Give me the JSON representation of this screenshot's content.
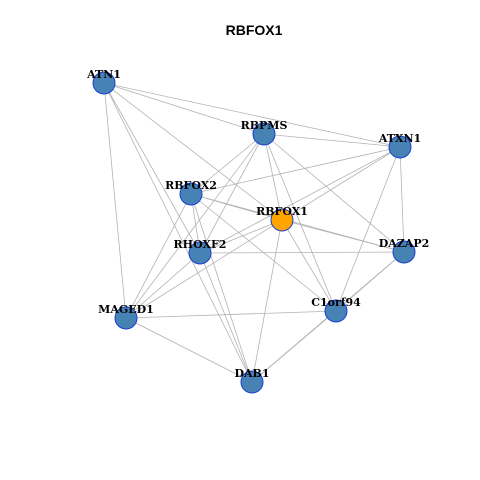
{
  "title": "RBFOX1",
  "colors": {
    "node_default": "#4682b4",
    "node_focus": "#ffa500",
    "node_border": "#1c3fd0",
    "edge": "#b3b3b3"
  },
  "nodes": [
    {
      "id": "ATN1",
      "label": "ATN1",
      "focus": false
    },
    {
      "id": "RBPMS",
      "label": "RBPMS",
      "focus": false
    },
    {
      "id": "ATXN1",
      "label": "ATXN1",
      "focus": false
    },
    {
      "id": "RBFOX2",
      "label": "RBFOX2",
      "focus": false
    },
    {
      "id": "RBFOX1",
      "label": "RBFOX1",
      "focus": true
    },
    {
      "id": "RHOXF2",
      "label": "RHOXF2",
      "focus": false
    },
    {
      "id": "DAZAP2",
      "label": "DAZAP2",
      "focus": false
    },
    {
      "id": "MAGED1",
      "label": "MAGED1",
      "focus": false
    },
    {
      "id": "C1orf94",
      "label": "C1orf94",
      "focus": false
    },
    {
      "id": "DAB1",
      "label": "DAB1",
      "focus": false
    }
  ],
  "edges": [
    [
      "ATN1",
      "RBPMS"
    ],
    [
      "ATN1",
      "ATXN1"
    ],
    [
      "ATN1",
      "RBFOX1"
    ],
    [
      "ATN1",
      "MAGED1"
    ],
    [
      "ATN1",
      "DAB1"
    ],
    [
      "ATN1",
      "RHOXF2"
    ],
    [
      "RBPMS",
      "ATXN1"
    ],
    [
      "RBPMS",
      "RBFOX2"
    ],
    [
      "RBPMS",
      "RBFOX1"
    ],
    [
      "RBPMS",
      "RHOXF2"
    ],
    [
      "RBPMS",
      "DAZAP2"
    ],
    [
      "RBPMS",
      "C1orf94"
    ],
    [
      "RBPMS",
      "MAGED1"
    ],
    [
      "ATXN1",
      "RBFOX2"
    ],
    [
      "ATXN1",
      "RBFOX1"
    ],
    [
      "ATXN1",
      "DAZAP2"
    ],
    [
      "ATXN1",
      "RHOXF2"
    ],
    [
      "ATXN1",
      "C1orf94"
    ],
    [
      "RBFOX2",
      "RBFOX1"
    ],
    [
      "RBFOX2",
      "RHOXF2"
    ],
    [
      "RBFOX2",
      "DAZAP2"
    ],
    [
      "RBFOX2",
      "MAGED1"
    ],
    [
      "RBFOX2",
      "DAB1"
    ],
    [
      "RBFOX2",
      "C1orf94"
    ],
    [
      "RBFOX1",
      "RHOXF2"
    ],
    [
      "RBFOX1",
      "DAZAP2"
    ],
    [
      "RBFOX1",
      "C1orf94"
    ],
    [
      "RBFOX1",
      "MAGED1"
    ],
    [
      "RBFOX1",
      "DAB1"
    ],
    [
      "RHOXF2",
      "DAZAP2"
    ],
    [
      "RHOXF2",
      "DAB1"
    ],
    [
      "RHOXF2",
      "MAGED1"
    ],
    [
      "DAZAP2",
      "C1orf94"
    ],
    [
      "DAZAP2",
      "DAB1"
    ],
    [
      "MAGED1",
      "C1orf94"
    ],
    [
      "MAGED1",
      "DAB1"
    ],
    [
      "C1orf94",
      "DAB1"
    ]
  ]
}
